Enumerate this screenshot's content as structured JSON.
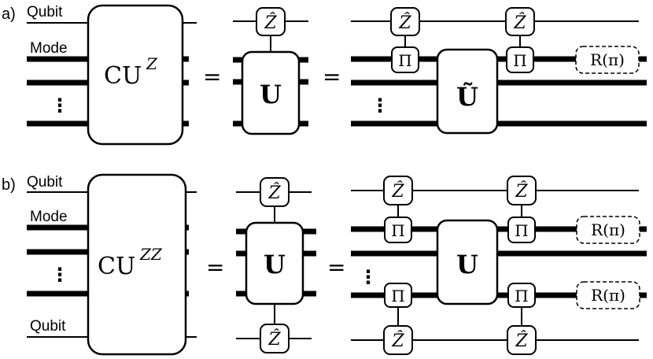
{
  "panels": {
    "a": {
      "panel_label": "a)",
      "wire_labels": {
        "qubit": "Qubit",
        "mode": "Mode",
        "ellipsis": "⋮"
      },
      "big_gate": {
        "base": "CU",
        "superscript": "Z"
      },
      "equals": "=",
      "middle": {
        "z_gate": "Ẑ",
        "u_gate": "U"
      },
      "right": {
        "z_gate_1": "Ẑ",
        "z_gate_2": "Ẑ",
        "pi_gate_1": "Π",
        "pi_gate_2": "Π",
        "u_tilde_gate": "Ũ",
        "rotation_gate": "R(π)",
        "ellipsis": "⋮"
      }
    },
    "b": {
      "panel_label": "b)",
      "wire_labels": {
        "qubit_top": "Qubit",
        "mode": "Mode",
        "ellipsis": "⋮",
        "qubit_bottom": "Qubit"
      },
      "big_gate": {
        "base": "CU",
        "superscript": "ZZ"
      },
      "equals": "=",
      "middle": {
        "z_gate_top": "Ẑ",
        "u_gate": "U",
        "z_gate_bottom": "Ẑ"
      },
      "right": {
        "z_gate_top_1": "Ẑ",
        "z_gate_top_2": "Ẑ",
        "pi_gate_top_1": "Π",
        "pi_gate_top_2": "Π",
        "u_gate": "U",
        "pi_gate_bottom_1": "Π",
        "pi_gate_bottom_2": "Π",
        "z_gate_bottom_1": "Ẑ",
        "z_gate_bottom_2": "Ẑ",
        "rotation_gate_1": "R(π)",
        "rotation_gate_2": "R(π)",
        "ellipsis": "⋮"
      }
    }
  }
}
